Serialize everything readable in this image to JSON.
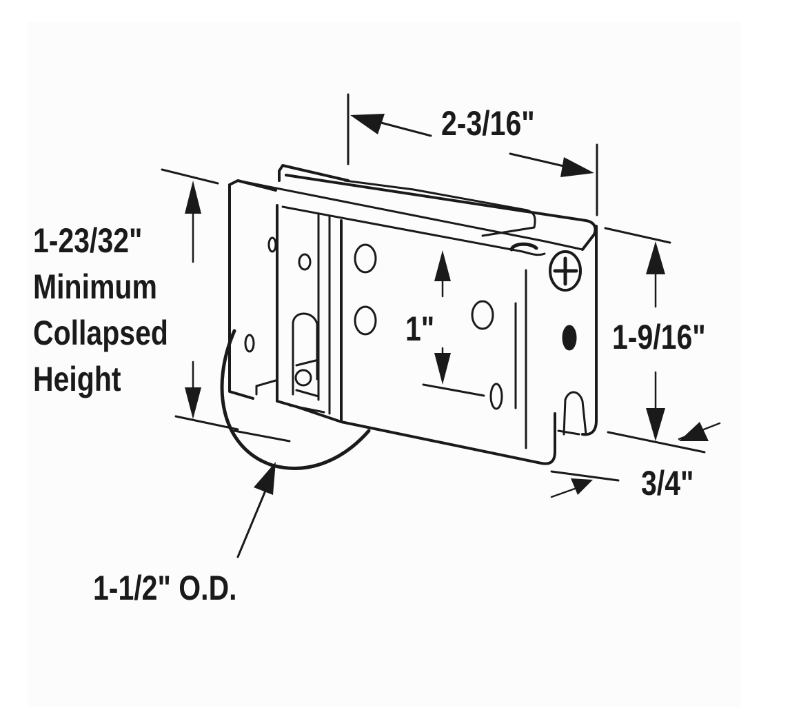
{
  "diagram": {
    "subject": "Sliding door roller assembly",
    "colors": {
      "ink": "#1a1a1a",
      "panel": "#fcfcfc",
      "background": "#ffffff"
    },
    "dimensions": {
      "width": {
        "label": "2-3/16\""
      },
      "height_right": {
        "label": "1-9/16\""
      },
      "depth": {
        "label": "3/4\""
      },
      "hole_spacing": {
        "label": "1\""
      },
      "min_collapsed_height": {
        "value": "1-23/32\"",
        "line1": "Minimum",
        "line2": "Collapsed",
        "line3": "Height"
      },
      "wheel_od": {
        "label": "1-1/2\" O.D."
      }
    }
  }
}
